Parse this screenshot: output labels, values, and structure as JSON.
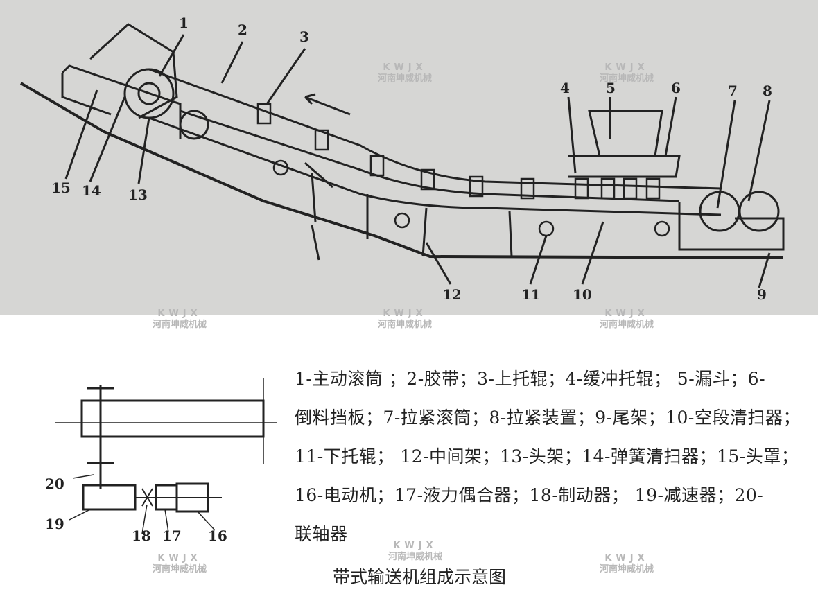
{
  "diagram_labels": [
    "1",
    "2",
    "3",
    "4",
    "5",
    "6",
    "7",
    "8",
    "9",
    "10",
    "11",
    "12",
    "13",
    "14",
    "15",
    "16",
    "17",
    "18",
    "19",
    "20"
  ],
  "legend_lines": [
    "1-主动滚筒 ；2-胶带；3-上托辊；4-缓冲托辊； 5-漏斗；6-",
    "倒料挡板；7-拉紧滚筒；8-拉紧装置；9-尾架；10-空段清扫器；",
    "11-下托辊； 12-中间架；13-头架；14-弹簧清扫器；15-头罩；",
    "16-电动机；17-液力偶合器；18-制动器；    19-减速器；20-",
    "联轴器"
  ],
  "caption": "带式输送机组成示意图",
  "watermark": {
    "code": "KWJX",
    "company": "河南坤威机械"
  },
  "colors": {
    "background_top": "#d6d6d4",
    "ink": "#222222",
    "watermark": "#b8b8b8"
  }
}
